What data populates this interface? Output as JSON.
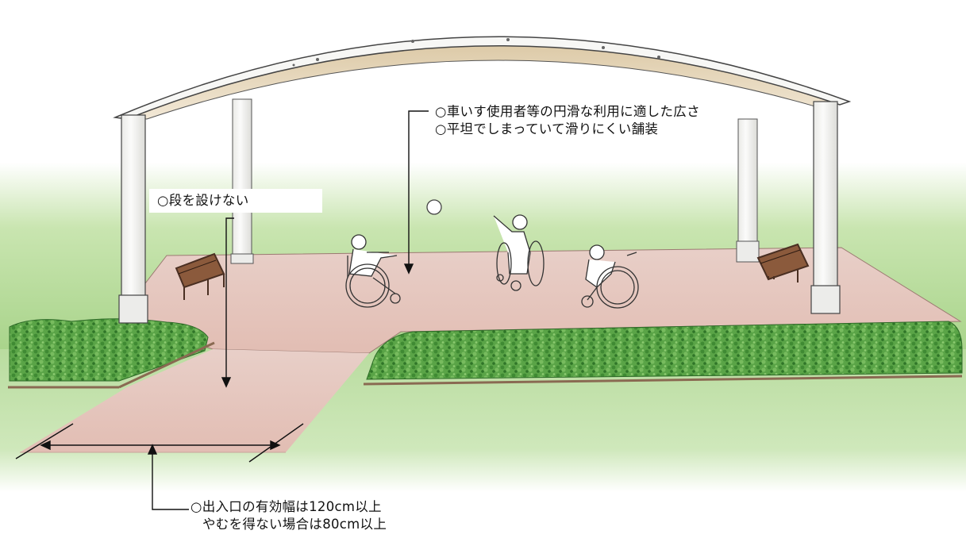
{
  "annotations": {
    "space": {
      "line1": "○車いす使用者等の円滑な利用に適した広さ",
      "line2": "○平坦でしまっていて滑りにくい舗装"
    },
    "step": {
      "text": "○段を設けない"
    },
    "entrance": {
      "line1": "○出入口の有効幅は120cm以上",
      "line2": "やむを得ない場合は80cm以上"
    }
  },
  "colors": {
    "grass": "#b7d99a",
    "pavement": "#e6c7c0",
    "hedge": "#4e9a3e",
    "roof_underside": "#e9dcc2",
    "pillar": "#f7f7f5",
    "annotation_line": "#111111"
  }
}
